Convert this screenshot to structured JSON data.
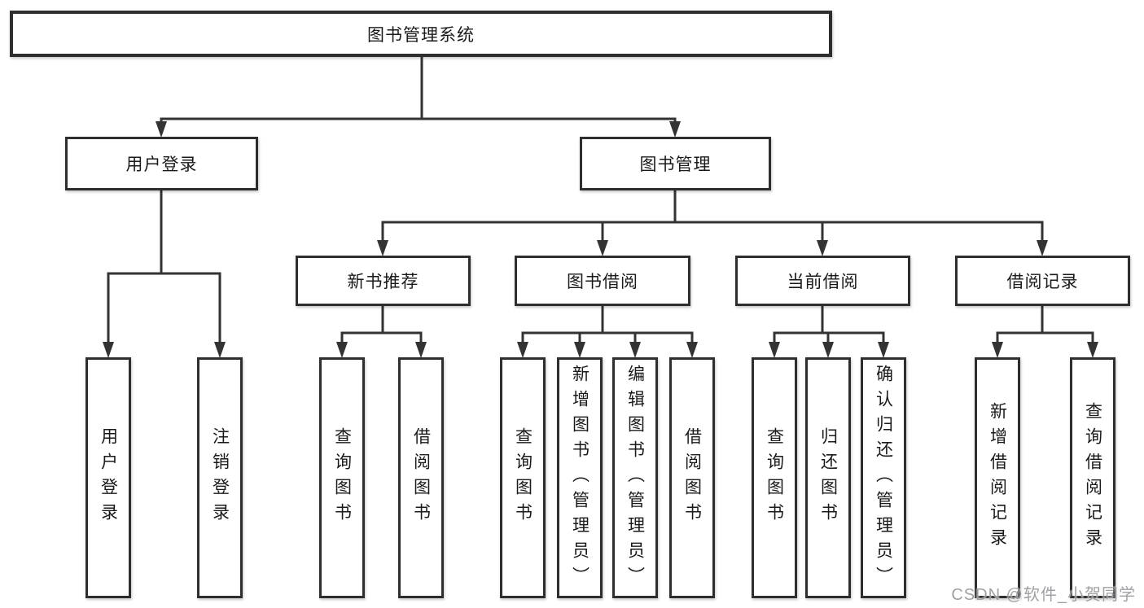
{
  "diagram": {
    "root_label": "图书管理系统",
    "level2": [
      {
        "label": "用户登录",
        "children": [
          "用户登录",
          "注销登录"
        ]
      },
      {
        "label": "图书管理",
        "children": [
          {
            "label": "新书推荐",
            "children": [
              "查询图书",
              "借阅图书"
            ]
          },
          {
            "label": "图书借阅",
            "children": [
              "查询图书",
              "新增图书（管理员）",
              "编辑图书（管理员）",
              "借阅图书"
            ]
          },
          {
            "label": "当前借阅",
            "children": [
              "查询图书",
              "归还图书",
              "确认归还（管理员）"
            ]
          },
          {
            "label": "借阅记录",
            "children": [
              "新增借阅记录",
              "查询借阅记录"
            ]
          }
        ]
      }
    ]
  },
  "watermark": "CSDN @软件_小贺同学",
  "colors": {
    "line": "#333333",
    "box_border": "#2e2e2e",
    "text": "#1a1a1a",
    "watermark": "#949699",
    "background": "#ffffff"
  }
}
